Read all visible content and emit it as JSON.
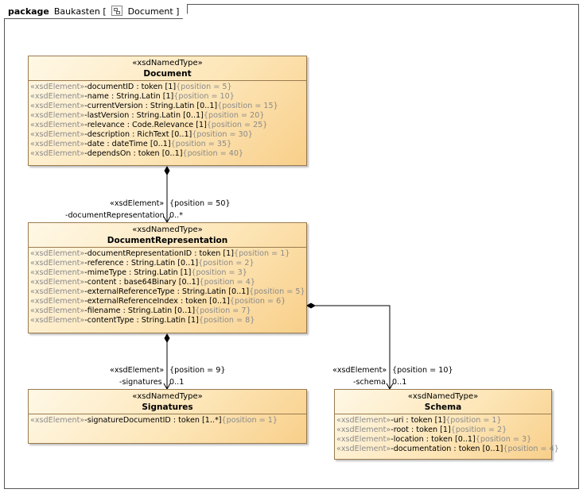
{
  "frame": {
    "keyword": "package",
    "name": "Baukasten",
    "open_bracket": "[",
    "diagram": "Document",
    "close_bracket": "]"
  },
  "classes": {
    "document": {
      "stereotype": "«xsdNamedType»",
      "name": "Document",
      "attrs": [
        {
          "st": "«xsdElement»",
          "main": "-documentID : token [1]",
          "tag": "{position = 5}"
        },
        {
          "st": "«xsdElement»",
          "main": "-name : String.Latin [1]",
          "tag": "{position = 10}"
        },
        {
          "st": "«xsdElement»",
          "main": "-currentVersion : String.Latin [0..1]",
          "tag": "{position = 15}"
        },
        {
          "st": "«xsdElement»",
          "main": "-lastVersion : String.Latin [0..1]",
          "tag": "{position = 20}"
        },
        {
          "st": "«xsdElement»",
          "main": "-relevance : Code.Relevance [1]",
          "tag": "{position = 25}"
        },
        {
          "st": "«xsdElement»",
          "main": "-description : RichText [0..1]",
          "tag": "{position = 30}"
        },
        {
          "st": "«xsdElement»",
          "main": "-date : dateTime [0..1]",
          "tag": "{position = 35}"
        },
        {
          "st": "«xsdElement»",
          "main": "-dependsOn : token [0..1]",
          "tag": "{position = 40}"
        }
      ]
    },
    "document_representation": {
      "stereotype": "«xsdNamedType»",
      "name": "DocumentRepresentation",
      "attrs": [
        {
          "st": "«xsdElement»",
          "main": "-documentRepresentationID : token [1]",
          "tag": "{position = 1}"
        },
        {
          "st": "«xsdElement»",
          "main": "-reference : String.Latin [0..1]",
          "tag": "{position = 2}"
        },
        {
          "st": "«xsdElement»",
          "main": "-mimeType : String.Latin [1]",
          "tag": "{position = 3}"
        },
        {
          "st": "«xsdElement»",
          "main": "-content : base64Binary [0..1]",
          "tag": "{position = 4}"
        },
        {
          "st": "«xsdElement»",
          "main": "-externalReferenceType : String.Latin [0..1]",
          "tag": "{position = 5}"
        },
        {
          "st": "«xsdElement»",
          "main": "-externalReferenceIndex : token [0..1]",
          "tag": "{position = 6}"
        },
        {
          "st": "«xsdElement»",
          "main": "-filename : String.Latin [0..1]",
          "tag": "{position = 7}"
        },
        {
          "st": "«xsdElement»",
          "main": "-contentType : String.Latin [1]",
          "tag": "{position = 8}"
        }
      ]
    },
    "signatures": {
      "stereotype": "«xsdNamedType»",
      "name": "Signatures",
      "attrs": [
        {
          "st": "«xsdElement»",
          "main": "-signatureDocumentID : token [1..*]",
          "tag": "{position = 1}"
        }
      ]
    },
    "schema": {
      "stereotype": "«xsdNamedType»",
      "name": "Schema",
      "attrs": [
        {
          "st": "«xsdElement»",
          "main": "-uri : token [1]",
          "tag": "{position = 1}"
        },
        {
          "st": "«xsdElement»",
          "main": "-root : token [1]",
          "tag": "{position = 2}"
        },
        {
          "st": "«xsdElement»",
          "main": "-location : token [0..1]",
          "tag": "{position = 3}"
        },
        {
          "st": "«xsdElement»",
          "main": "-documentation : token [0..1]",
          "tag": "{position = 4}"
        }
      ]
    }
  },
  "associations": {
    "doc_to_rep": {
      "stereotype": "«xsdElement»",
      "role": "-documentRepresentation",
      "tag": "{position = 50}",
      "multiplicity": "0..*"
    },
    "rep_to_sig": {
      "stereotype": "«xsdElement»",
      "role": "-signatures",
      "tag": "{position = 9}",
      "multiplicity": "0..1"
    },
    "rep_to_schema": {
      "stereotype": "«xsdElement»",
      "role": "-schema",
      "tag": "{position = 10}",
      "multiplicity": "0..1"
    }
  }
}
